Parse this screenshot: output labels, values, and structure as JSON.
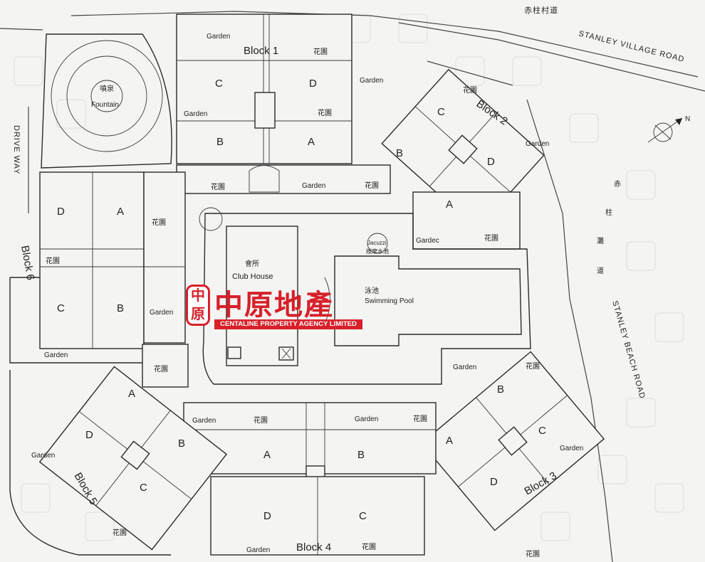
{
  "roads": {
    "stanley_village_cn": "赤柱村道",
    "stanley_village_en": "STANLEY VILLAGE ROAD",
    "drive_way": "DRIVE WAY",
    "beach_cn": [
      "赤",
      "柱",
      "灘",
      "道"
    ],
    "beach_en": "STANLEY BEACH ROAD"
  },
  "compass": {
    "label": "N"
  },
  "fountain": {
    "cn": "噴泉",
    "en": "Fountain"
  },
  "blocks": {
    "b1": "Block 1",
    "b2": "Block 2",
    "b3": "Block 3",
    "b4": "Block 4",
    "b5": "Block 5",
    "b6": "Block 6"
  },
  "labels": {
    "garden": "Garden",
    "garden_cn": "花園",
    "garden_partial": "Gardec",
    "club_cn": "會所",
    "club_en": "Club House",
    "pool_cn": "泳池",
    "pool_en": "Swimming Pool",
    "jacuzzi_en": "Jacuzzi",
    "jacuzzi_cn": "按摩水池"
  },
  "units": {
    "a": "A",
    "b": "B",
    "c": "C",
    "d": "D"
  },
  "watermark": {
    "cn": "中原地產",
    "en": "CENTALINE PROPERTY AGENCY LIMITED",
    "mark": "中原",
    "color": "#d7202a"
  }
}
